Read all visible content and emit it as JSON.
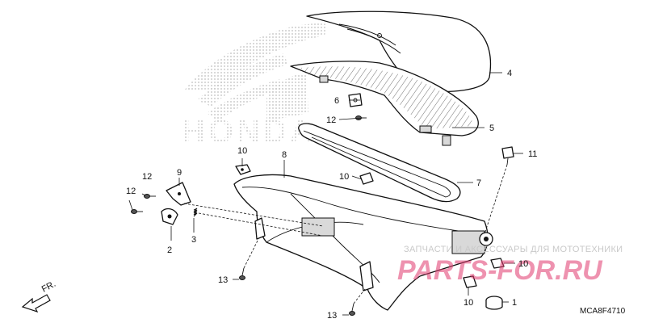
{
  "diagram": {
    "brand_watermark": "HONDA",
    "shop_watermark_small": "ЗАПЧАСТИ И АКСЕССУАРЫ ДЛЯ МОТОТЕХНИКИ",
    "shop_watermark_large": "PARTS-FOR.RU",
    "direction_label": "FR.",
    "document_code": "MCA8F4710",
    "callouts": [
      {
        "id": "c4",
        "text": "4"
      },
      {
        "id": "c6",
        "text": "6"
      },
      {
        "id": "c5",
        "text": "5"
      },
      {
        "id": "c12a",
        "text": "12"
      },
      {
        "id": "c10a",
        "text": "10"
      },
      {
        "id": "c11",
        "text": "11"
      },
      {
        "id": "c8",
        "text": "8"
      },
      {
        "id": "c10b",
        "text": "10"
      },
      {
        "id": "c7",
        "text": "7"
      },
      {
        "id": "c9",
        "text": "9"
      },
      {
        "id": "c12b",
        "text": "12"
      },
      {
        "id": "c12c",
        "text": "12"
      },
      {
        "id": "c3",
        "text": "3"
      },
      {
        "id": "c2",
        "text": "2"
      },
      {
        "id": "c10c",
        "text": "10"
      },
      {
        "id": "c13a",
        "text": "13"
      },
      {
        "id": "c13b",
        "text": "13"
      },
      {
        "id": "c10d",
        "text": "10"
      },
      {
        "id": "c1",
        "text": "1"
      }
    ]
  }
}
